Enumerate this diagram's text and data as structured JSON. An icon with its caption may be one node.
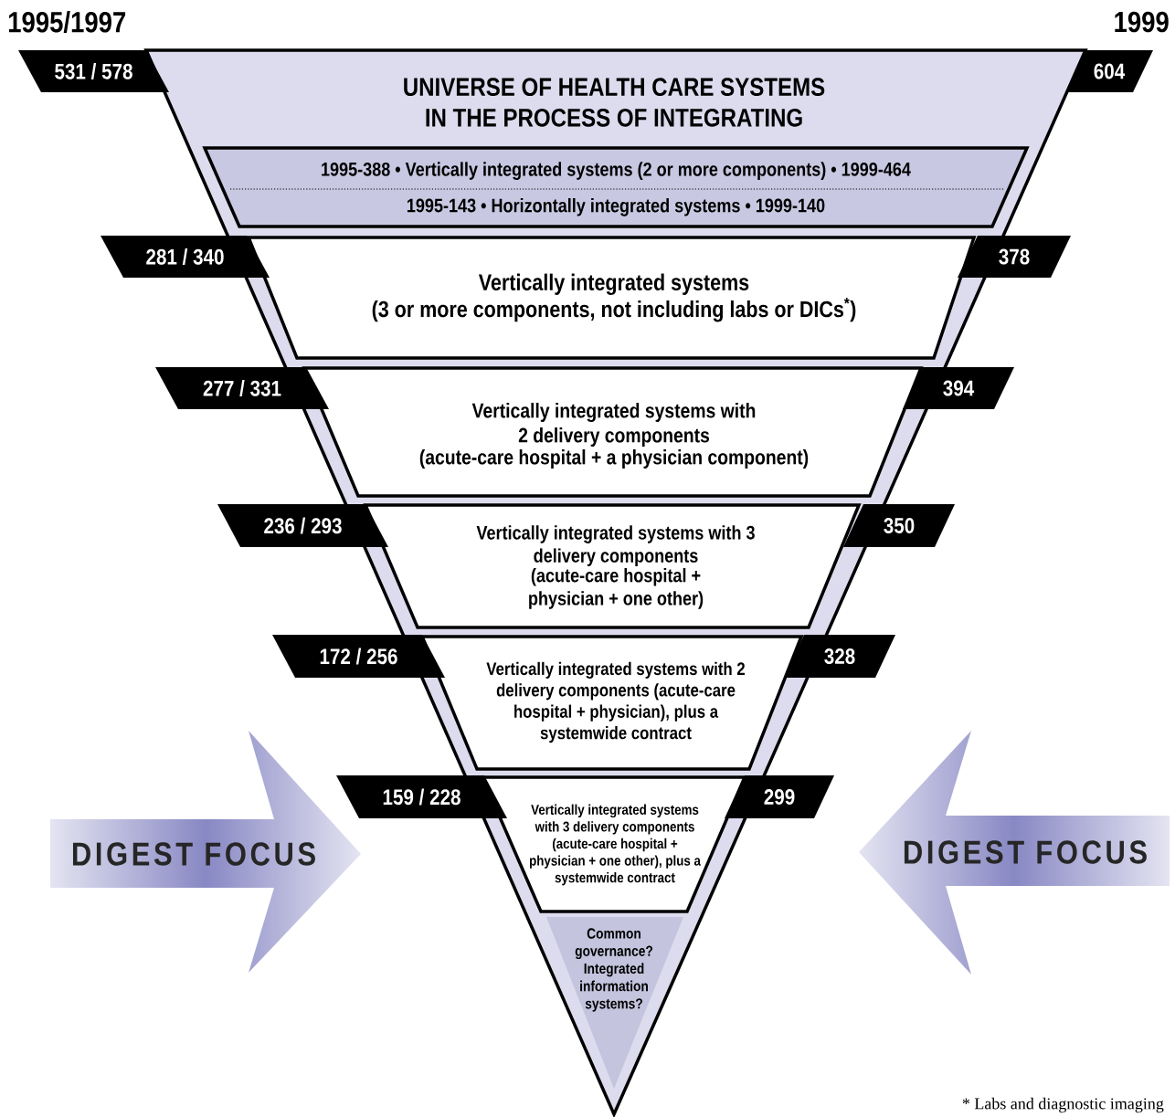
{
  "diagram": {
    "nodes": [
      {
        "text": [
          "UNIVERSE OF HEALTH CARE SYSTEMS IN THE PROCESS OF INTEGRATING"
        ]
      },
      {
        "text": [
          "1995-388 • Vertically integrated systems (2 or more components) • 1999-464",
          "1995-143 • Horizontally integrated systems • 1999-140"
        ],
        "in": 0
      },
      {
        "text": [
          "Vertically integrated systems",
          "(3 or more components, not including labs or DICs$^{*}$)"
        ],
        "in": 0
      },
      {
        "text": [
          "Vertically integrated systems with 2 delivery components",
          "(acute-care hospital + a physician component)"
        ],
        "in": 0
      },
      {
        "text": [
          "Vertically integrated systems with 3 delivery components",
          "(acute-care hospital + physician + one other)"
        ],
        "in": 0
      },
      {
        "text": [
          "Vertically integrated systems with 2 delivery components (acute-care hospital + physician), plus a systemwide contract"
        ],
        "in": 0
      },
      {
        "text": [
          "Vertically integrated systems with 3 delivery components (acute-care hospital + physician + one other), plus a systemwide contract"
        ],
        "in": 0
      },
      {
        "text": [
          "Common governance? Integrated information systems?"
        ],
        "in": 0
      },
      {
        "text": [
          "531 / 578"
        ]
      },
      {
        "text": [
          "604"
        ]
      },
      {
        "text": [
          "281 / 340"
        ]
      },
      {
        "text": [
          "378"
        ]
      },
      {
        "text": [
          "277 / 331"
        ]
      },
      {
        "text": [
          "394"
        ]
      },
      {
        "text": [
          "236 / 293"
        ]
      },
      {
        "text": [
          "350"
        ]
      },
      {
        "text": [
          "172 / 256"
        ]
      },
      {
        "text": [
          "328"
        ]
      },
      {
        "text": [
          "159 / 228"
        ]
      },
      {
        "text": [
          "299"
        ]
      },
      {
        "text": [
          "DIGEST FOCUS"
        ]
      },
      {
        "text": [
          "DIGEST FOCUS"
        ]
      }
    ],
    "labels": [
      "1995/1997",
      "1999",
      "* Labs and diagnostic imaging"
    ]
  }
}
